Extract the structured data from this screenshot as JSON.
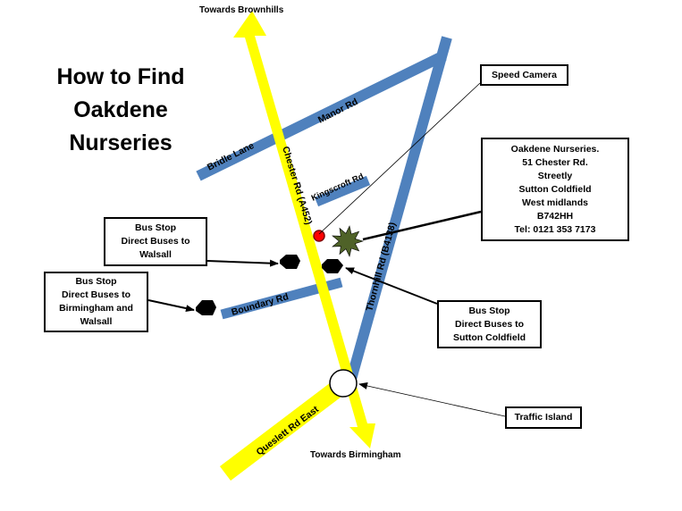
{
  "title_lines": [
    "How to Find",
    "Oakdene",
    "Nurseries"
  ],
  "direction_labels": {
    "north": "Towards Brownhills",
    "south": "Towards Birmingham"
  },
  "roads": {
    "manor_rd": "Manor Rd",
    "bridle_lane": "Bridle Lane",
    "chester_rd": "Chester Rd (A452)",
    "kingscroft_rd": "Kingscroft Rd",
    "thornhill_rd": "Thornhill Rd (B4138)",
    "boundary_rd": "Boundary Rd",
    "queslett_rd_east": "Queslett Rd East"
  },
  "callouts": {
    "speed_camera": [
      "Speed Camera"
    ],
    "address": [
      "Oakdene Nurseries.",
      "51 Chester Rd.",
      "Streetly",
      "Sutton Coldfield",
      "West midlands",
      "B742HH",
      "Tel: 0121 353 7173"
    ],
    "bus_stop_walsall": [
      "Bus Stop",
      "Direct Buses to",
      "Walsall"
    ],
    "bus_stop_birmingham_walsall": [
      "Bus Stop",
      "Direct Buses to",
      "Birmingham and",
      "Walsall"
    ],
    "bus_stop_sutton": [
      "Bus Stop",
      "Direct Buses to",
      "Sutton Coldfield"
    ],
    "traffic_island": [
      "Traffic Island"
    ]
  },
  "colors": {
    "main_road": "#ffff00",
    "side_road": "#4f81bd",
    "speed_camera": "#ff0000",
    "nursery_marker": "#4f6228",
    "bus_stop": "#000000",
    "roundabout": "#ffffff"
  }
}
